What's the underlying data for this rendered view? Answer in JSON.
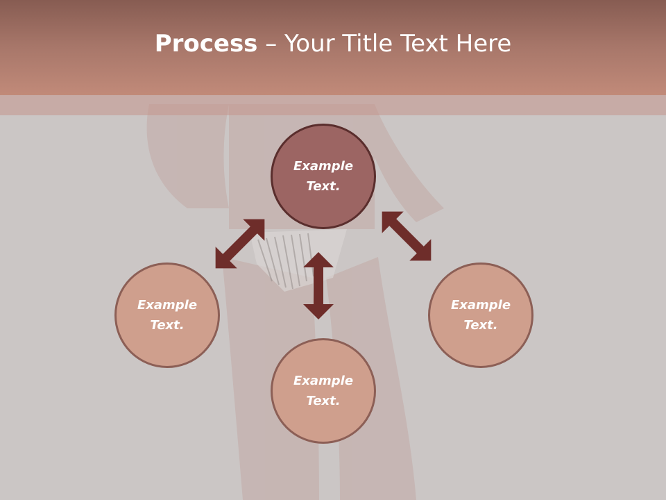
{
  "header": {
    "title_bold": "Process",
    "title_rest": " – Your Title Text Here"
  },
  "diagram": {
    "center": {
      "line1": "Example",
      "line2": "Text."
    },
    "left": {
      "line1": "Example",
      "line2": "Text."
    },
    "bottom": {
      "line1": "Example",
      "line2": "Text."
    },
    "right": {
      "line1": "Example",
      "line2": "Text."
    }
  },
  "colors": {
    "header_top": "#875c52",
    "header_bottom": "#c18a79",
    "background": "#cbc6c5",
    "center_circle": "#9c6563",
    "outer_circle": "#cf9f8d",
    "arrow": "#6e2d2a"
  }
}
